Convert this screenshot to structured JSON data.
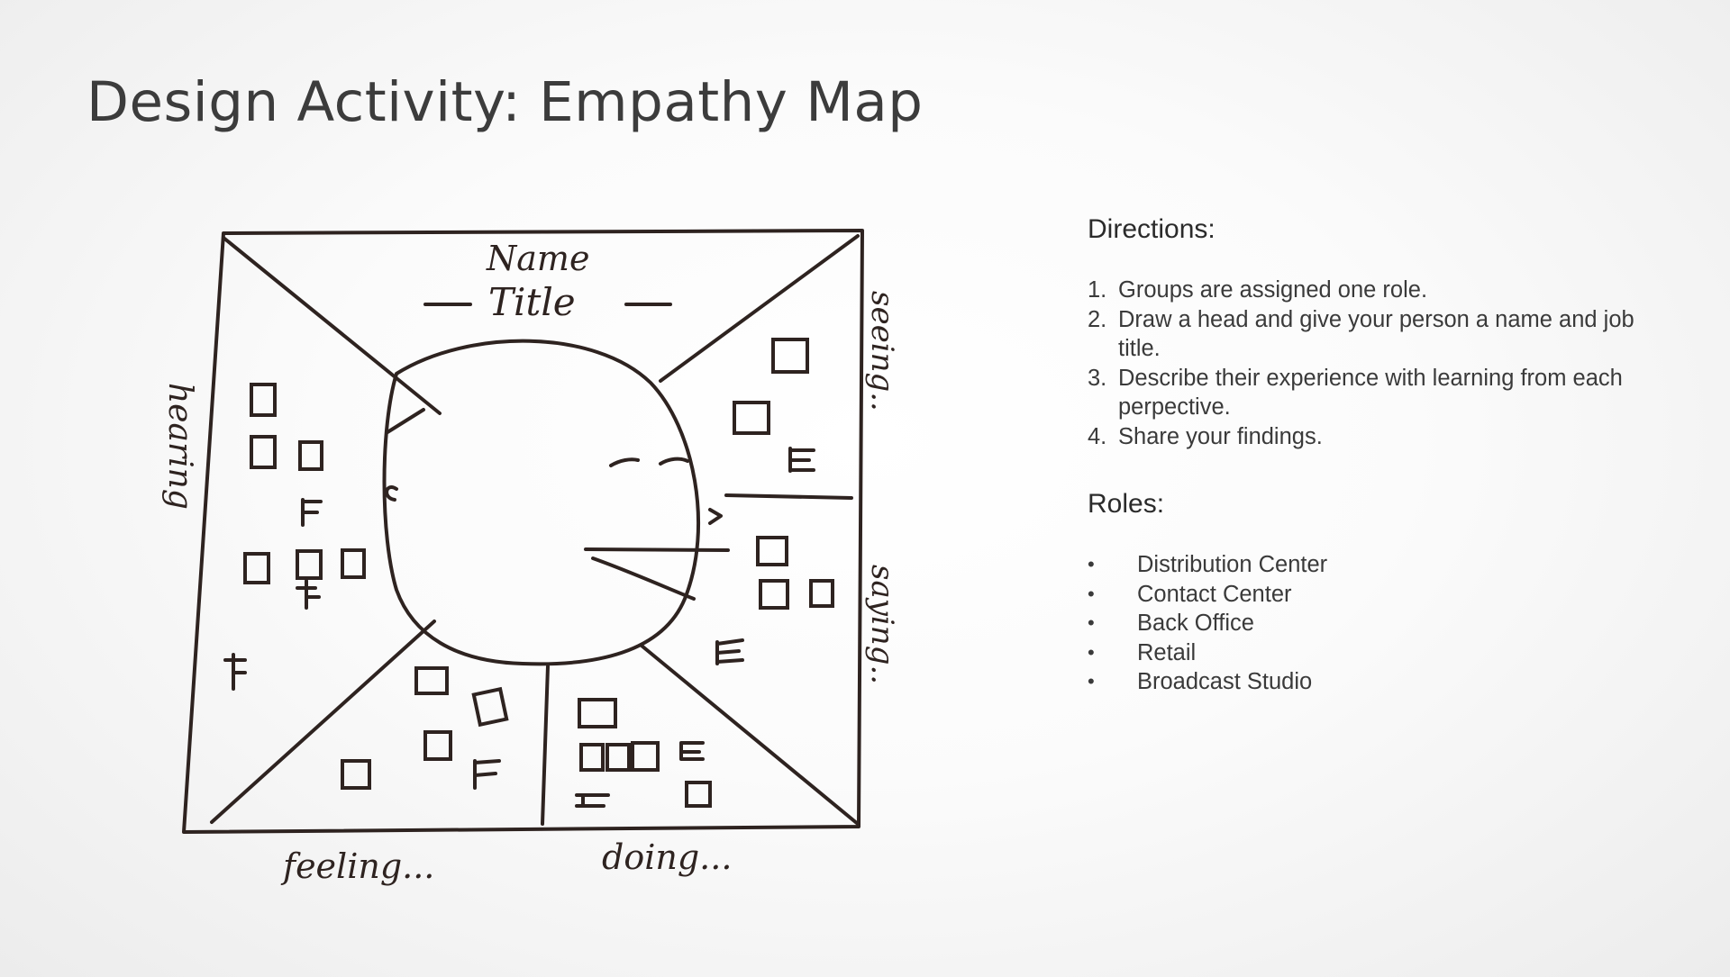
{
  "slide": {
    "title": "Design Activity: Empathy Map"
  },
  "sketch": {
    "name_label": "Name",
    "title_label": "Title",
    "hearing_label": "hearing",
    "seeing_label": "seeing..",
    "saying_label": "saying..",
    "feeling_label": "feeling...",
    "doing_label": "doing..."
  },
  "directions": {
    "heading": "Directions:",
    "items": [
      {
        "num": "1.",
        "text": "Groups are assigned one role."
      },
      {
        "num": "2.",
        "text": "Draw a head and give your person a name and job title."
      },
      {
        "num": "3.",
        "text": "Describe their experience with learning from each perpective."
      },
      {
        "num": "4.",
        "text": "Share your findings."
      }
    ]
  },
  "roles": {
    "heading": "Roles:",
    "bullet": "•",
    "items": [
      "Distribution Center",
      "Contact Center",
      "Back Office",
      "Retail",
      "Broadcast Studio"
    ]
  },
  "colors": {
    "ink": "#2e2320",
    "title": "#3c3c3c",
    "body_text": "#3a3a3a"
  }
}
